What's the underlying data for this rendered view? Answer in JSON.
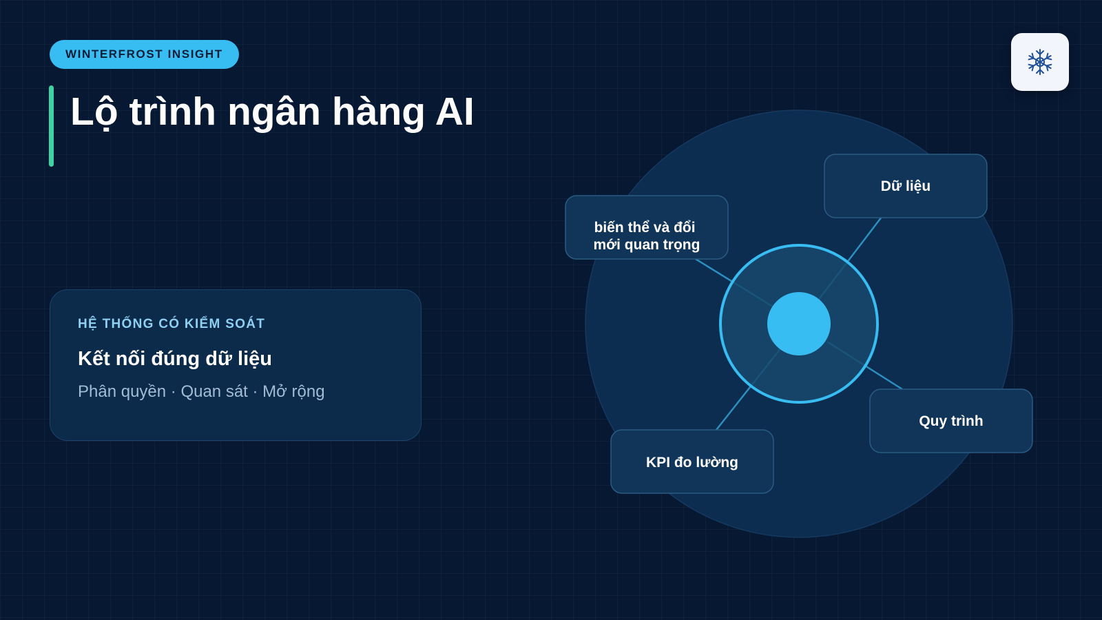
{
  "brand": {
    "label": "WINTERFROST INSIGHT"
  },
  "page": {
    "title": "Lộ trình ngân hàng AI"
  },
  "logo": {
    "icon": "snowflake-icon"
  },
  "card": {
    "kicker": "HỆ THỐNG CÓ KIỂM SOÁT",
    "headline": "Kết nối đúng dữ liệu",
    "subline": "Phân quyền · Quan sát · Mở rộng"
  },
  "diagram": {
    "nodes": [
      {
        "id": "innovation",
        "lines": [
          "biến thể và đổi",
          "mới quan trọng"
        ]
      },
      {
        "id": "data",
        "lines": [
          "Dữ liệu"
        ]
      },
      {
        "id": "process",
        "lines": [
          "Quy trình"
        ]
      },
      {
        "id": "kpi",
        "lines": [
          "KPI đo lường"
        ]
      }
    ]
  },
  "colors": {
    "background": "#071833",
    "accent_cyan": "#38bdf2",
    "accent_green": "#3ed3a2",
    "card_fill": "#0c2a4a",
    "disk_fill": "#0d2d50",
    "node_fill": "#113559"
  }
}
